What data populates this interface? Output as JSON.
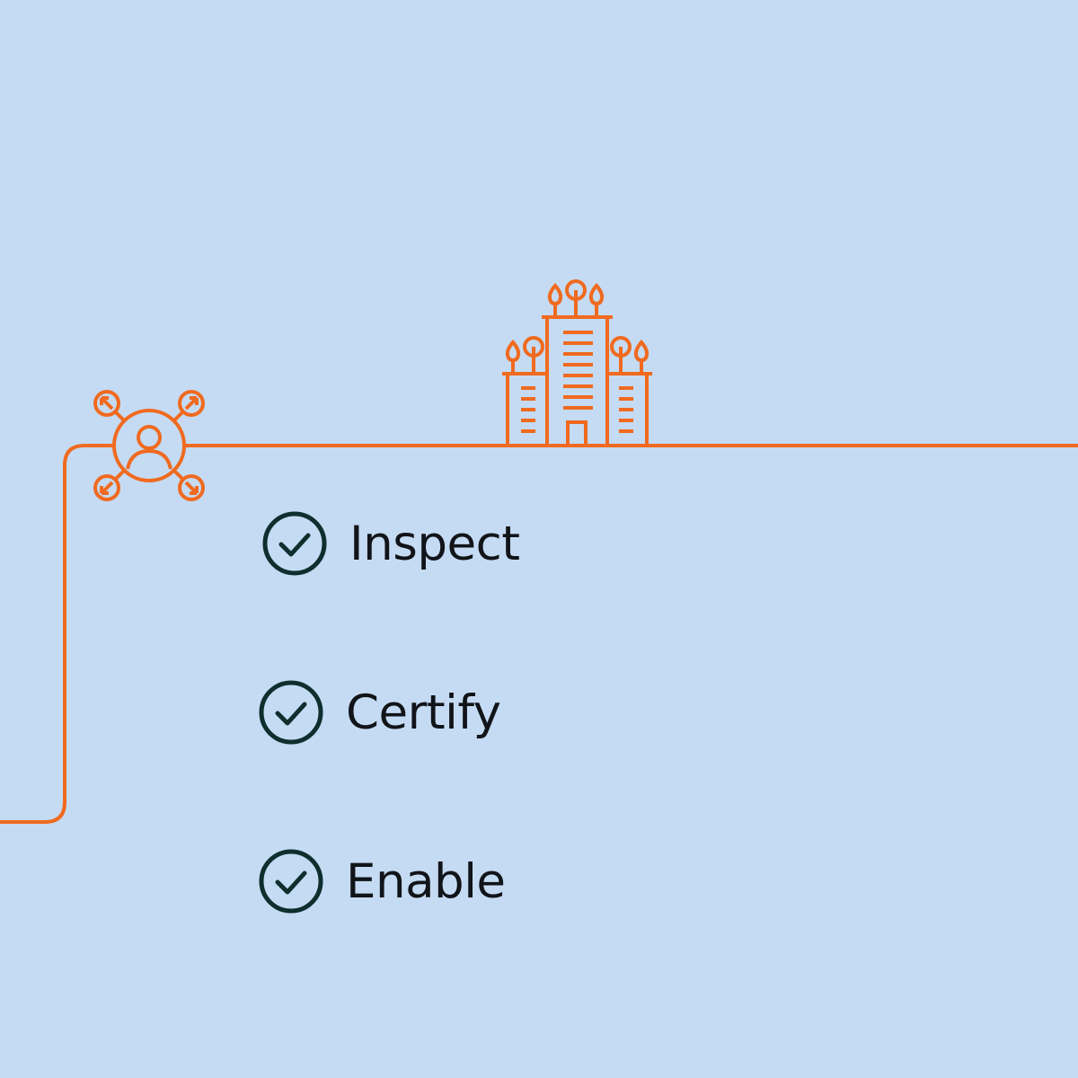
{
  "colors": {
    "background": "#c5dbf3",
    "accent": "#f06a1f",
    "check": "#0f2e2e",
    "text": "#111418"
  },
  "icons": {
    "network": "user-network-icon",
    "building": "city-buildings-icon",
    "check": "check-circle-icon"
  },
  "checklist": [
    {
      "label": "Inspect",
      "icon": "check-circle-icon"
    },
    {
      "label": "Certify",
      "icon": "check-circle-icon"
    },
    {
      "label": "Enable",
      "icon": "check-circle-icon"
    }
  ]
}
